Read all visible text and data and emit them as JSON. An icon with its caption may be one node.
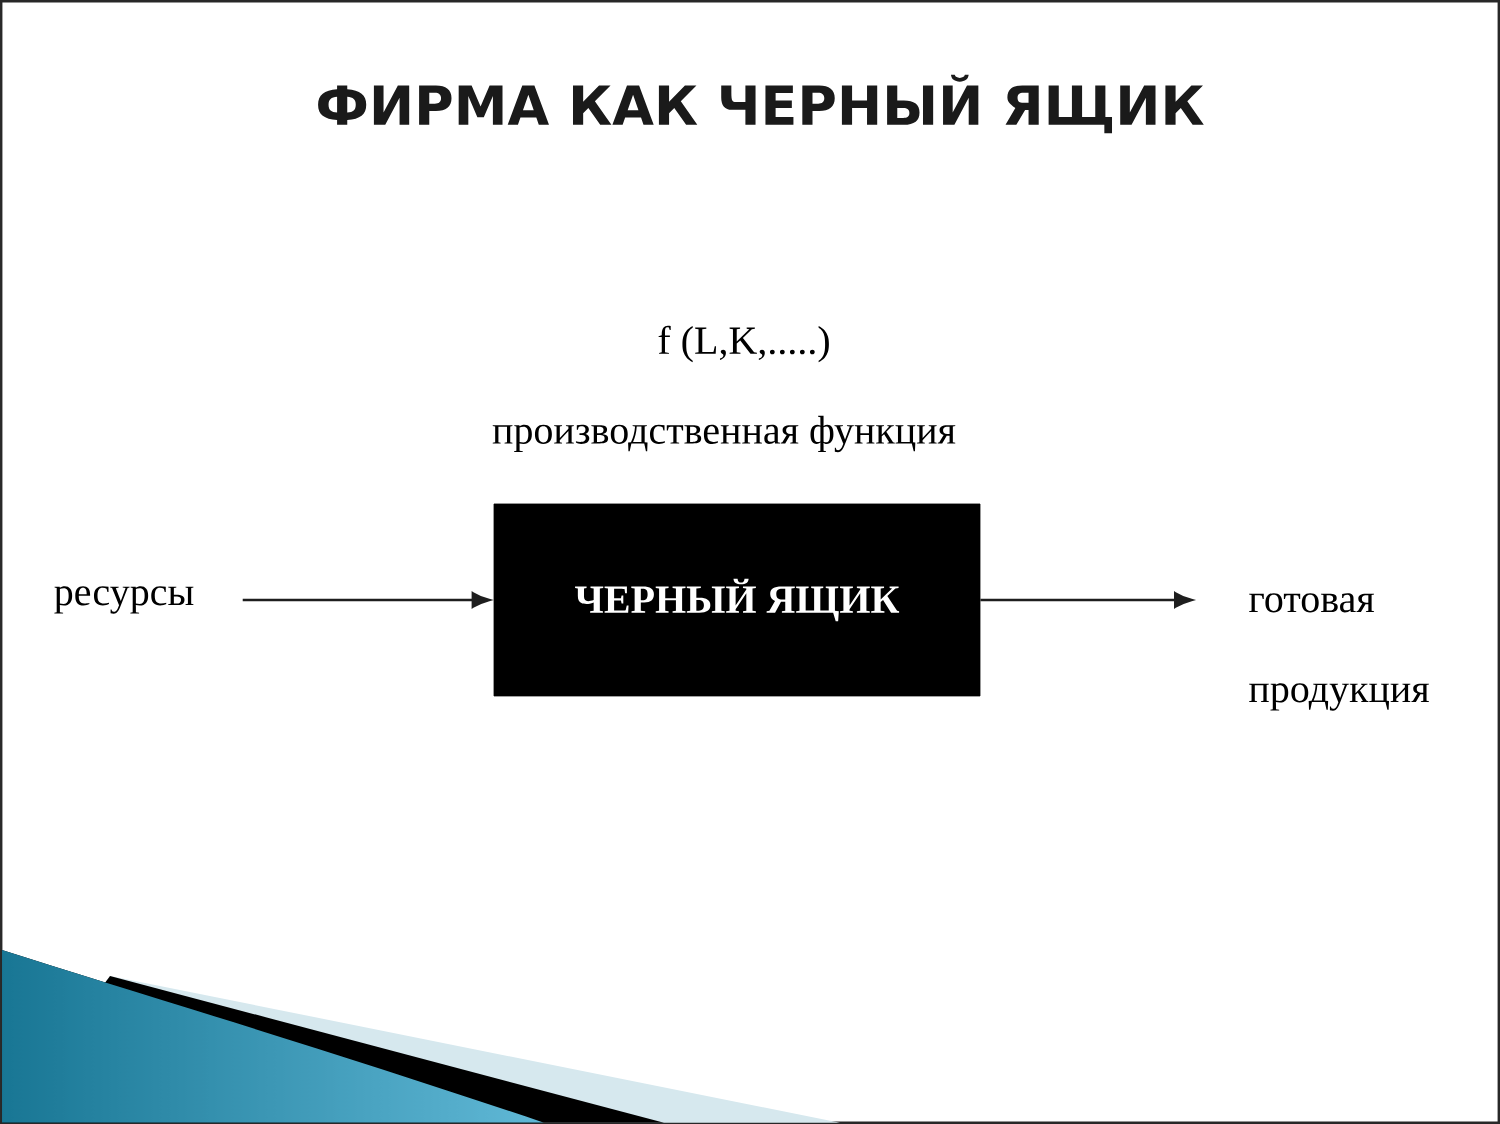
{
  "diagram": {
    "title": "ФИРМА КАК ЧЕРНЫЙ ЯЩИК",
    "nodes": [
      {
        "text": [
          "ресурсы"
        ]
      },
      {
        "text": [
          "ЧЕРНЫЙ ЯЩИК"
        ],
        "beside": [
          "f (L,K,.....)",
          "производственная функция"
        ]
      },
      {
        "text": [
          "готовая продукция"
        ]
      }
    ],
    "edges": [
      {
        "from": 0,
        "to": 1,
        "arrow": "to"
      },
      {
        "from": 1,
        "to": 2,
        "arrow": "to"
      }
    ]
  }
}
